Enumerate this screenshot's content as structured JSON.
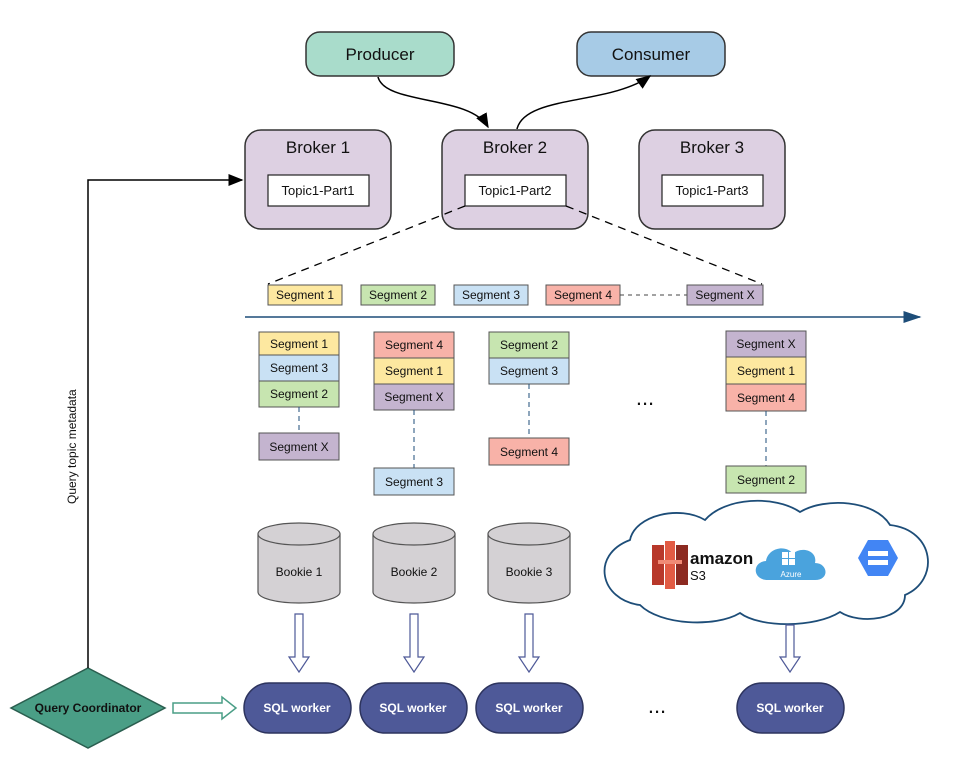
{
  "producer": "Producer",
  "consumer": "Consumer",
  "brokers": [
    {
      "label": "Broker 1",
      "topic": "Topic1-Part1"
    },
    {
      "label": "Broker 2",
      "topic": "Topic1-Part2"
    },
    {
      "label": "Broker 3",
      "topic": "Topic1-Part3"
    }
  ],
  "timeline_segments": [
    "Segment 1",
    "Segment 2",
    "Segment 3",
    "Segment 4",
    "Segment X"
  ],
  "bookie_columns": [
    {
      "stack": [
        "Segment 1",
        "Segment 3",
        "Segment 2"
      ],
      "tail": "Segment X"
    },
    {
      "stack": [
        "Segment 4",
        "Segment 1",
        "Segment X"
      ],
      "tail": "Segment 3"
    },
    {
      "stack": [
        "Segment 2",
        "Segment 3"
      ],
      "tail": "Segment 4"
    },
    {
      "stack": [
        "Segment X",
        "Segment 1",
        "Segment 4"
      ],
      "tail": "Segment 2"
    }
  ],
  "ellipsis": "...",
  "bookies": [
    "Bookie 1",
    "Bookie 2",
    "Bookie 3"
  ],
  "cloud": {
    "amazon": "amazon",
    "s3": "S3",
    "azure": "Azure"
  },
  "sql_worker": "SQL worker",
  "query_coordinator": "Query Coordinator",
  "query_label": "Query topic metadata",
  "colors": {
    "broker": "#ddd0e2",
    "producer": "#a9dccb",
    "consumer": "#a7cbe6",
    "sql": "#4e5998",
    "coordinator": "#4a9e86",
    "bookie": "#d4d1d4",
    "segment_1": "#fde8a0",
    "segment_2": "#c7e5b0",
    "segment_3": "#c9e1f4",
    "segment_4": "#f8b2a8",
    "segment_x": "#c4b4cf"
  }
}
